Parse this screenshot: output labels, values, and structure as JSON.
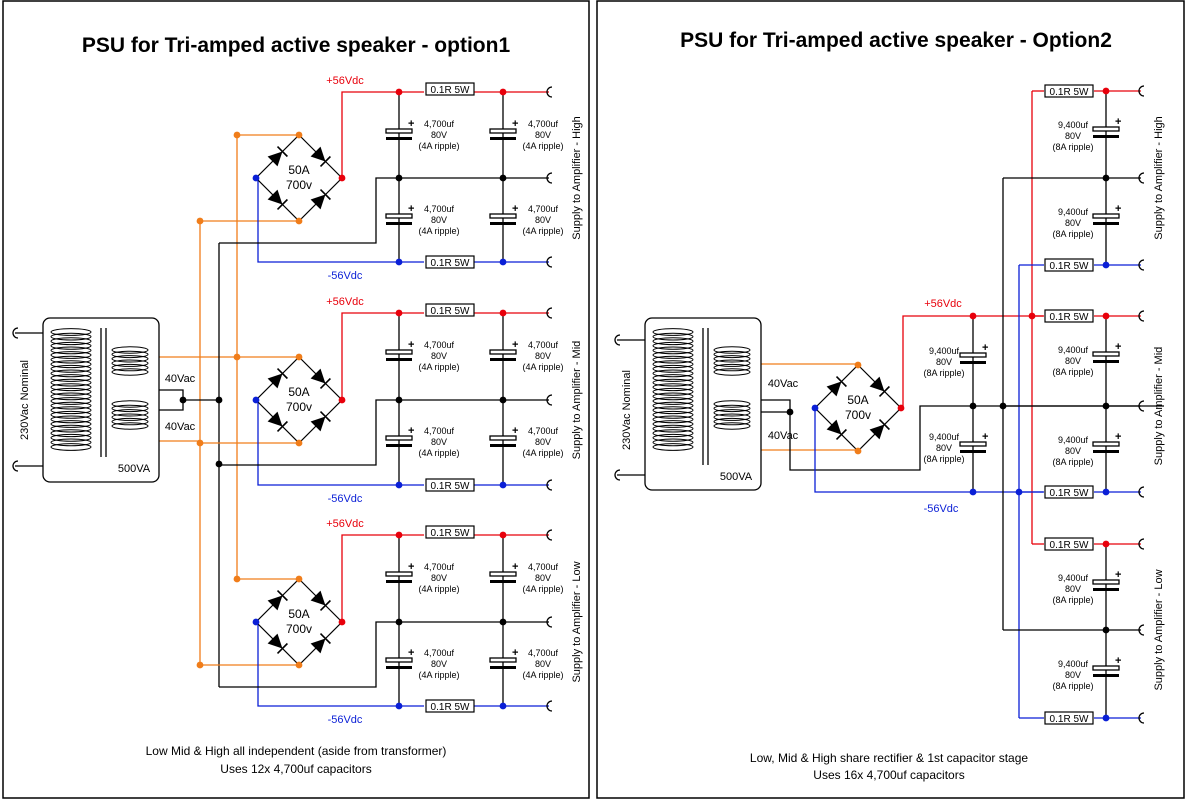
{
  "colors": {
    "positive": "#e8000b",
    "negative": "#0a1fd6",
    "ac": "#f07d1a",
    "ground": "#000000",
    "frame": "#000000"
  },
  "option1": {
    "title": "PSU for Tri-amped active speaker - option1",
    "transformer": {
      "primary_label": "230Vac Nominal",
      "secondary_top": "40Vac",
      "secondary_bottom": "40Vac",
      "rating": "500VA"
    },
    "bridge": {
      "current": "50A",
      "voltage": "700v"
    },
    "rails": {
      "positive": "+56Vdc",
      "negative": "-56Vdc"
    },
    "resistor": "0.1R 5W",
    "capacitor": {
      "value": "4,700uf",
      "voltage": "80V",
      "ripple": "(4A ripple)"
    },
    "outputs": [
      "Supply to Amplifier - High",
      "Supply to Amplifier - Mid",
      "Supply to Amplifier - Low"
    ],
    "caption_line1": "Low Mid & High all independent (aside from transformer)",
    "caption_line2": "Uses 12x 4,700uf capacitors"
  },
  "option2": {
    "title": "PSU for Tri-amped active speaker - Option2",
    "transformer": {
      "primary_label": "230Vac Nominal",
      "secondary_top": "40Vac",
      "secondary_bottom": "40Vac",
      "rating": "500VA"
    },
    "bridge": {
      "current": "50A",
      "voltage": "700v"
    },
    "rails": {
      "positive": "+56Vdc",
      "negative": "-56Vdc"
    },
    "resistor": "0.1R 5W",
    "capacitor": {
      "value": "9,400uf",
      "voltage": "80V",
      "ripple": "(8A ripple)"
    },
    "outputs": [
      "Supply to Amplifier - High",
      "Supply to Amplifier - Mid",
      "Supply to Amplifier - Low"
    ],
    "caption_line1": "Low, Mid & High share rectifier & 1st capacitor stage",
    "caption_line2": "Uses 16x 4,700uf capacitors"
  }
}
